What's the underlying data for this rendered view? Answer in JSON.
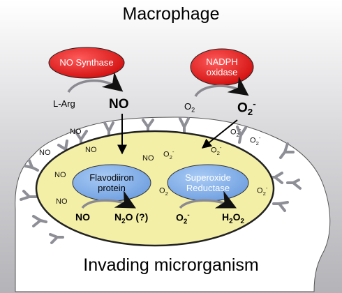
{
  "title": "Macrophage",
  "footer": "Invading microrganism",
  "host_enzymes": {
    "no_synthase": "NO Synthase",
    "nadph_oxidase": [
      "NADPH",
      "oxidase"
    ]
  },
  "host_reactions": {
    "l_arg": "L-Arg",
    "no_product": "NO",
    "o2_substrate": "O",
    "o2_substrate_sub": "2",
    "superoxide": "O",
    "superoxide_sub": "2",
    "superoxide_sup": "-"
  },
  "microbe_enzymes": {
    "flavodiiron": [
      "Flavodiiron",
      "protein"
    ],
    "superoxide_reductase": [
      "Superoxide",
      "Reductase"
    ]
  },
  "microbe_reactions": {
    "no_substrate": "NO",
    "n2o_product": "N",
    "n2o_sub": "2",
    "n2o_rest": "O (?)",
    "o2_substrate": "O",
    "o2_sub": "2",
    "o2_sup": "-",
    "h2o2_product": "H",
    "h2o2_sub1": "2",
    "h2o2_mid": "O",
    "h2o2_sub2": "2"
  },
  "scattered": {
    "no": "NO",
    "o2": "O",
    "o2_sub": "2",
    "o2_sup": "-"
  },
  "colors": {
    "macrophage_gray": "#b8b8bc",
    "microbe_fill": "#f4efa6",
    "enzyme_red": "#e11d1d",
    "enzyme_blue": "#89b4ec",
    "receptor": "#8e8e96"
  }
}
